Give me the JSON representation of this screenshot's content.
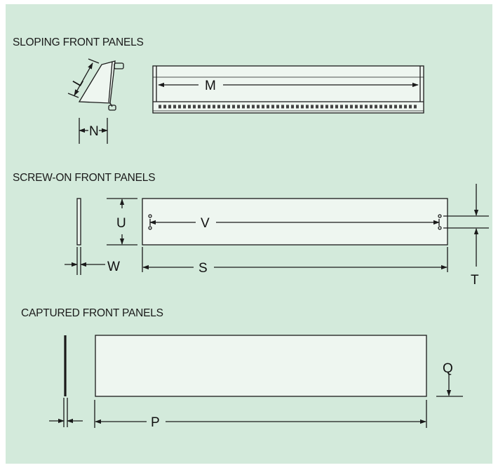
{
  "sections": {
    "sloping": {
      "title": "SLOPING FRONT PANELS",
      "labels": {
        "L": "L",
        "N": "N",
        "M": "M"
      }
    },
    "screw_on": {
      "title": "SCREW-ON FRONT PANELS",
      "labels": {
        "U": "U",
        "V": "V",
        "W": "W",
        "S": "S",
        "T": "T"
      }
    },
    "captured": {
      "title": "CAPTURED FRONT PANELS",
      "labels": {
        "Q": "Q",
        "P": "P"
      }
    }
  },
  "colors": {
    "background": "#d3eadb",
    "line": "#1a1a1a"
  }
}
